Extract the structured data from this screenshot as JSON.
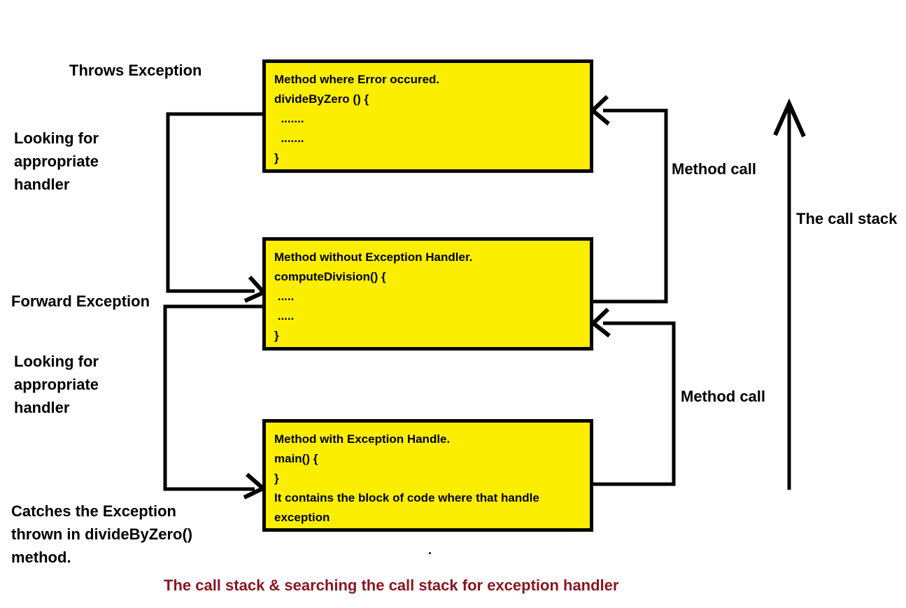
{
  "colors": {
    "background": "#FFFFFF",
    "box-fill": "#FCEE00",
    "box-border": "#000000",
    "line": "#000000",
    "text": "#000000",
    "caption": "#8B151F"
  },
  "boxes": [
    {
      "name": "divide-by-zero-box",
      "lines": [
        "Method where Error occured.",
        "divideByZero () {",
        "  .......",
        "  .......",
        "}"
      ]
    },
    {
      "name": "compute-division-box",
      "lines": [
        "Method without Exception Handler.",
        "computeDivision() {",
        " .....",
        " .....",
        "}"
      ]
    },
    {
      "name": "main-box",
      "lines": [
        "Method with Exception Handle.",
        "main() {",
        "}",
        "It contains the block of code where that handle exception"
      ]
    }
  ],
  "labels": {
    "throws_exception": "Throws Exception",
    "looking_for_handler_top": "Looking for\nappropriate\nhandler",
    "forward_exception": "Forward Exception",
    "looking_for_handler_bottom": "Looking for\nappropriate\nhandler",
    "catches_exception": "Catches the Exception\nthrown in divideByZero()\nmethod.",
    "method_call_top": "Method call",
    "method_call_bottom": "Method call",
    "call_stack": "The call stack",
    "stray_dot": "."
  },
  "caption": "The call stack & searching the call stack for exception handler"
}
